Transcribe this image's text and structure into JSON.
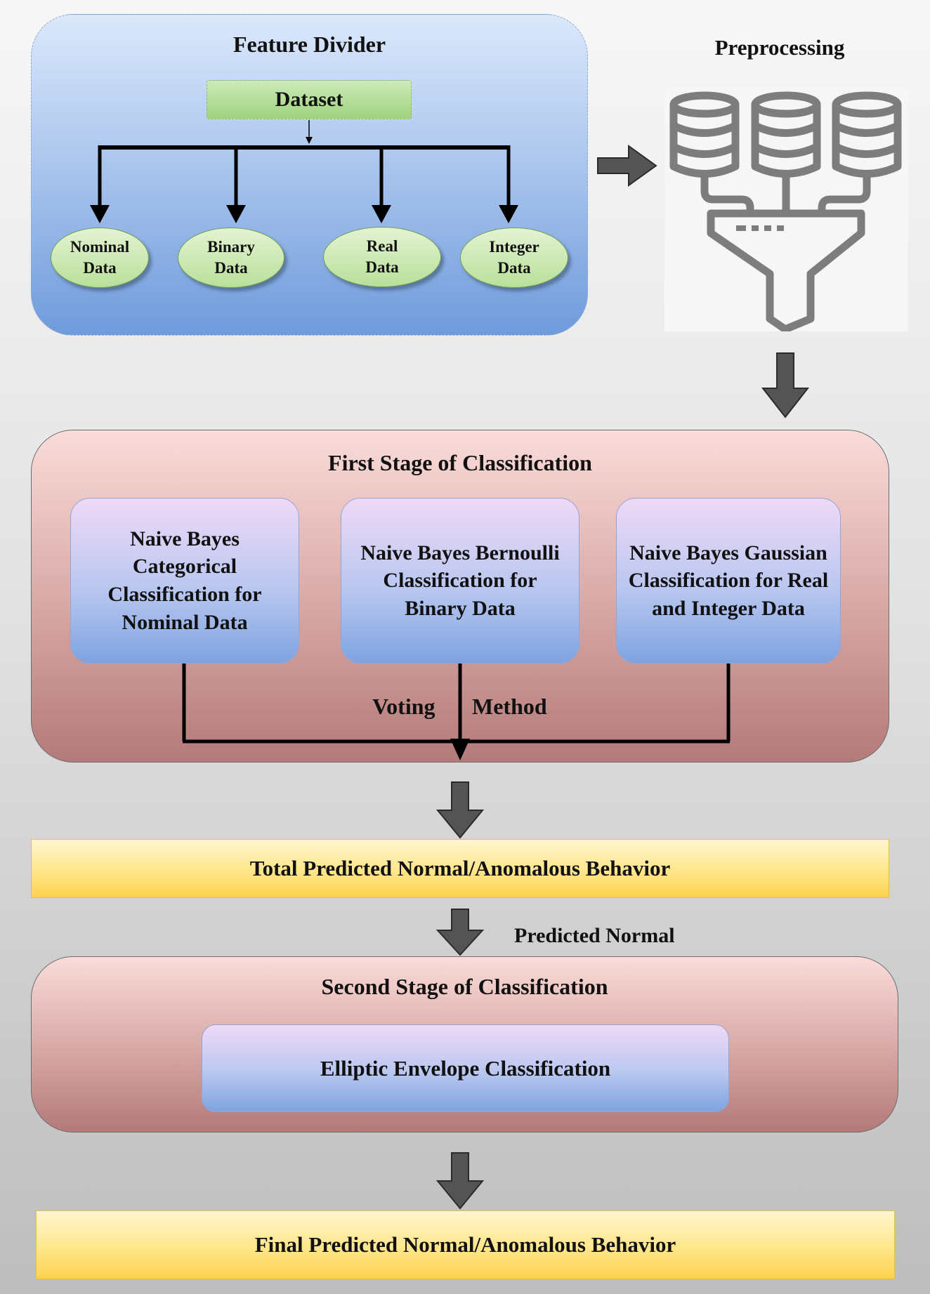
{
  "feature_divider": {
    "title": "Feature Divider",
    "dataset_label": "Dataset",
    "leaves": [
      {
        "name": "nominal",
        "label": "Nominal\nData"
      },
      {
        "name": "binary",
        "label": "Binary\nData"
      },
      {
        "name": "real",
        "label": "Real\nData"
      },
      {
        "name": "integer",
        "label": "Integer\nData"
      }
    ]
  },
  "preprocessing": {
    "title": "Preprocessing",
    "icon": "database-funnel-icon"
  },
  "first_stage": {
    "title": "First Stage of Classification",
    "classifiers": [
      "Naive Bayes\nCategorical\nClassification for\nNominal Data",
      "Naive Bayes Bernoulli\nClassification for\nBinary Data",
      "Naive Bayes Gaussian\nClassification for Real\nand Integer Data"
    ],
    "voting_left": "Voting",
    "voting_right": "Method"
  },
  "total_predicted": "Total Predicted Normal/Anomalous Behavior",
  "predicted_normal_label": "Predicted Normal",
  "second_stage": {
    "title": "Second Stage of Classification",
    "classifier": "Elliptic Envelope Classification"
  },
  "final_predicted": "Final Predicted Normal/Anomalous Behavior",
  "colors": {
    "arrow_fill": "#545454",
    "feature_panel": "#a7c3ec",
    "stage_panel": "#d6a6a4",
    "result_bar": "#ffe68a",
    "leaf_ellipse": "#b9e09a"
  }
}
